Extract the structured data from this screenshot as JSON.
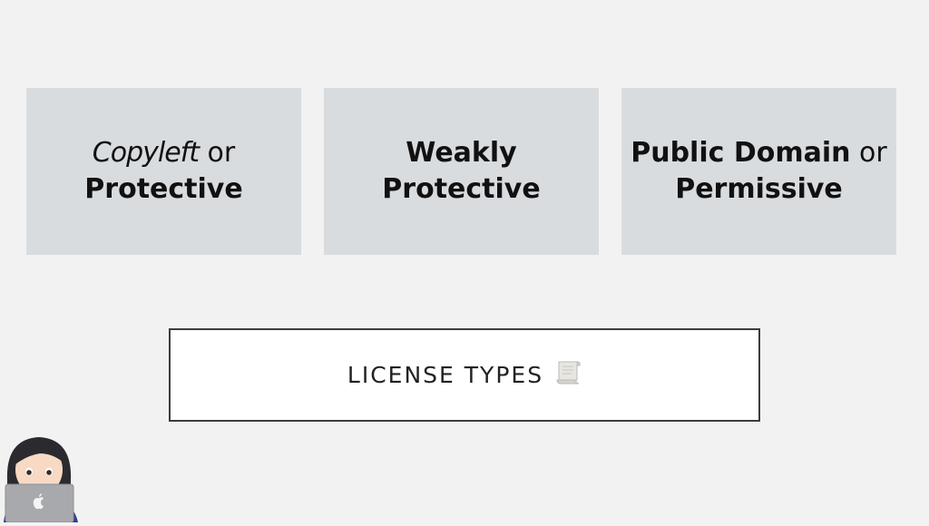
{
  "slide": {
    "cards": [
      {
        "part1": "Copyleft",
        "part2": " or",
        "part3": "Protective"
      },
      {
        "line1": "Weakly",
        "line2": "Protective"
      },
      {
        "part1": "Public Domain",
        "part2": " or",
        "line2": "Permissive"
      }
    ],
    "title": "LICENSE TYPES",
    "title_icon": "scroll-icon",
    "avatar_icon": "woman-technologist-icon"
  },
  "colors": {
    "background": "#f2f2f2",
    "card": "#d9dcdf",
    "title_border": "#3c3c3c",
    "title_fill": "#ffffff"
  }
}
